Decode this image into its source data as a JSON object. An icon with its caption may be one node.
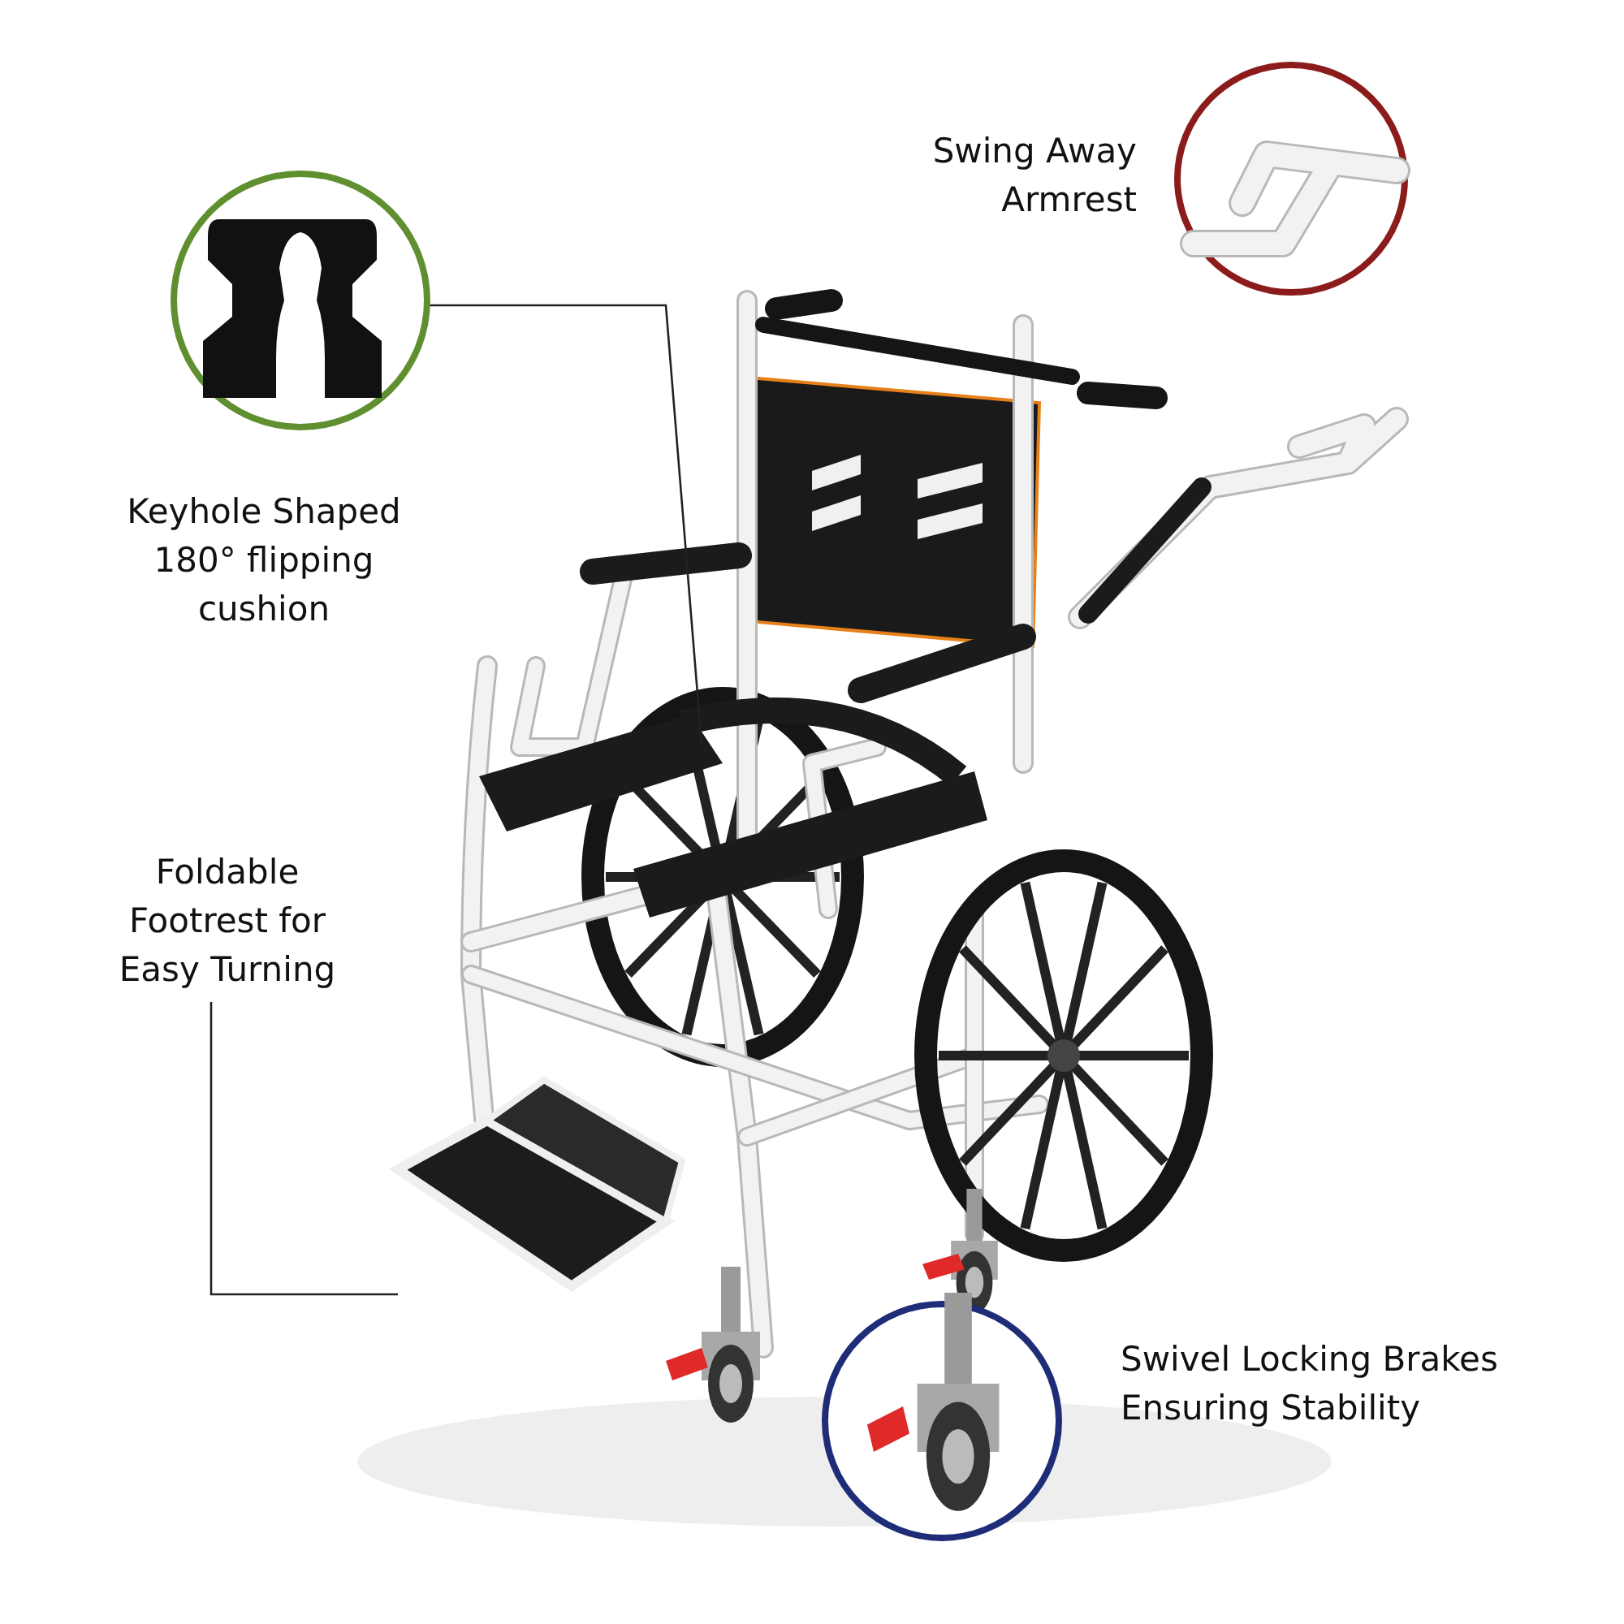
{
  "diagram": {
    "nodes": [
      {
        "text": [
          "Keyhole Shaped 180° flipping cushion"
        ]
      },
      {
        "text": [
          "Foldable Footrest for Easy Turning"
        ]
      }
    ],
    "edges": [
      {
        "from": 0,
        "to": null,
        "arrow": "none"
      },
      {
        "from": 1,
        "to": null,
        "arrow": "none"
      }
    ],
    "labels": [
      "Swing Away Armrest",
      "Swivel Locking Brakes Ensuring Stability"
    ]
  }
}
